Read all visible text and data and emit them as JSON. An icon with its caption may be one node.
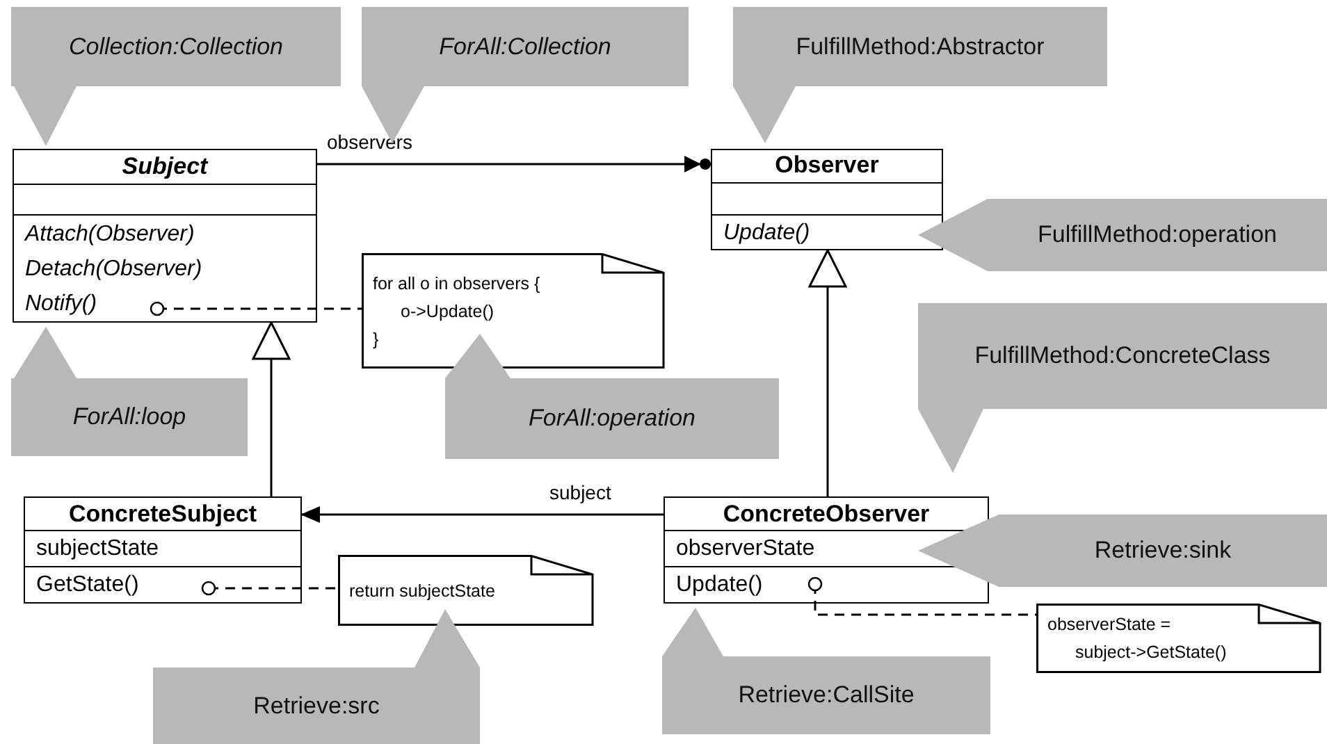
{
  "diagram": {
    "nodes": [
      {
        "text": [
          "Subject",
          "Attach(Observer)",
          "Detach(Observer)",
          "Notify()"
        ]
      },
      {
        "text": [
          "Observer",
          "Update()"
        ]
      },
      {
        "text": [
          "ConcreteSubject",
          "subjectState",
          "GetState()"
        ]
      },
      {
        "text": [
          "ConcreteObserver",
          "observerState",
          "Update()"
        ]
      },
      {
        "text": [
          "for all o in observers {",
          "o->Update()",
          "}"
        ]
      },
      {
        "text": [
          "return subjectState"
        ]
      },
      {
        "text": [
          "observerState =",
          "subject->GetState()"
        ]
      },
      {
        "text": [
          "Collection:Collection"
        ]
      },
      {
        "text": [
          "ForAll:Collection"
        ]
      },
      {
        "text": [
          "FulfillMethod:Abstractor"
        ]
      },
      {
        "text": [
          "FulfillMethod:operation"
        ]
      },
      {
        "text": [
          "ForAll:loop"
        ]
      },
      {
        "text": [
          "ForAll:operation"
        ]
      },
      {
        "text": [
          "FulfillMethod:ConcreteClass"
        ]
      },
      {
        "text": [
          "Retrieve:sink"
        ]
      },
      {
        "text": [
          "Retrieve:src"
        ]
      },
      {
        "text": [
          "Retrieve:CallSite"
        ]
      }
    ],
    "edges": [
      {
        "from": 0,
        "to": 1,
        "arrow": "to",
        "label": "observers"
      },
      {
        "from": 2,
        "to": 0,
        "arrow": "to"
      },
      {
        "from": 3,
        "to": 1,
        "arrow": "to"
      },
      {
        "from": 3,
        "to": 2,
        "arrow": "to",
        "label": "subject"
      },
      {
        "from": 0,
        "to": 4,
        "arrow": "other",
        "style": "dashed"
      },
      {
        "from": 2,
        "to": 5,
        "arrow": "other",
        "style": "dashed"
      },
      {
        "from": 3,
        "to": 6,
        "arrow": "other",
        "style": "dashed"
      }
    ]
  }
}
